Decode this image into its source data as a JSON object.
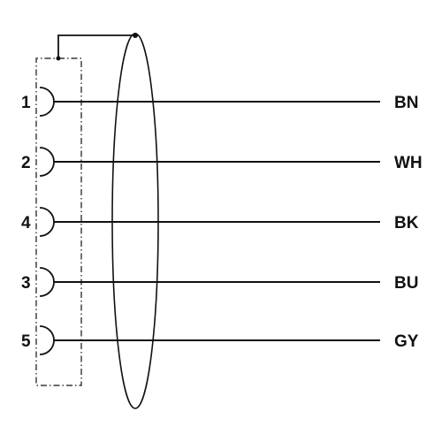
{
  "connector": {
    "wires": [
      {
        "pin": "1",
        "color_code": "BN"
      },
      {
        "pin": "2",
        "color_code": "WH"
      },
      {
        "pin": "4",
        "color_code": "BK"
      },
      {
        "pin": "3",
        "color_code": "BU"
      },
      {
        "pin": "5",
        "color_code": "GY"
      }
    ]
  },
  "colors": {
    "line": "#111111",
    "background": "#ffffff"
  }
}
